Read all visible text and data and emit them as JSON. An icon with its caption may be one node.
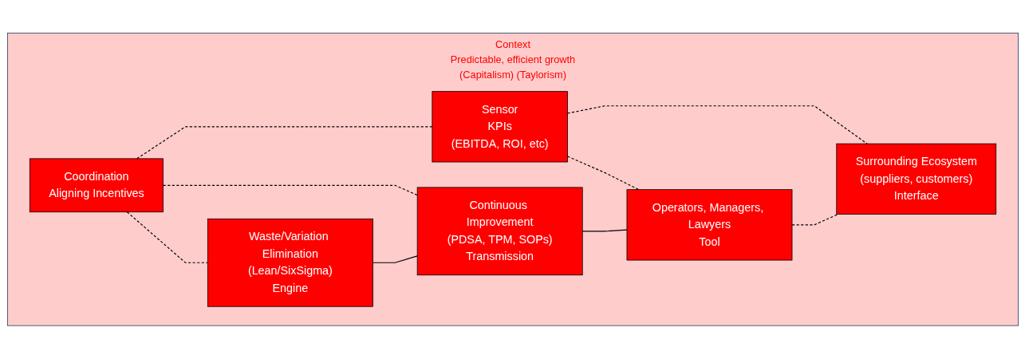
{
  "diagram": {
    "nodes": [
      {
        "text": [
          "Context",
          "Predictable, efficient growth",
          "(Capitalism) (Taylorism)"
        ]
      },
      {
        "text": [
          "Coordination",
          "Aligning Incentives"
        ],
        "in": 0
      },
      {
        "text": [
          "Sensor",
          "KPIs",
          "(EBITDA, ROI, etc)"
        ],
        "in": 0
      },
      {
        "text": [
          "Waste/Variation Elimination",
          "(Lean/SixSigma)",
          "Engine"
        ],
        "in": 0
      },
      {
        "text": [
          "Continuous Improvement",
          "(PDSA, TPM, SOPs)",
          "Transmission"
        ],
        "in": 0
      },
      {
        "text": [
          "Operators, Managers, Lawyers",
          "Tool"
        ],
        "in": 0
      },
      {
        "text": [
          "Surrounding Ecosystem",
          "(suppliers, customers)",
          "Interface"
        ],
        "in": 0
      }
    ],
    "edges": [
      {
        "from": 1,
        "to": 3,
        "arrow": "none",
        "style": "dashed"
      },
      {
        "from": 1,
        "to": 2,
        "arrow": "none",
        "style": "dashed"
      },
      {
        "from": 1,
        "to": 4,
        "arrow": "none",
        "style": "dashed"
      },
      {
        "from": 2,
        "to": 5,
        "arrow": "none",
        "style": "dashed"
      },
      {
        "from": 2,
        "to": 6,
        "arrow": "none",
        "style": "dashed"
      },
      {
        "from": 3,
        "to": 4,
        "arrow": "none"
      },
      {
        "from": 4,
        "to": 5,
        "arrow": "none"
      },
      {
        "from": 5,
        "to": 6,
        "arrow": "none",
        "style": "dashed"
      }
    ]
  }
}
